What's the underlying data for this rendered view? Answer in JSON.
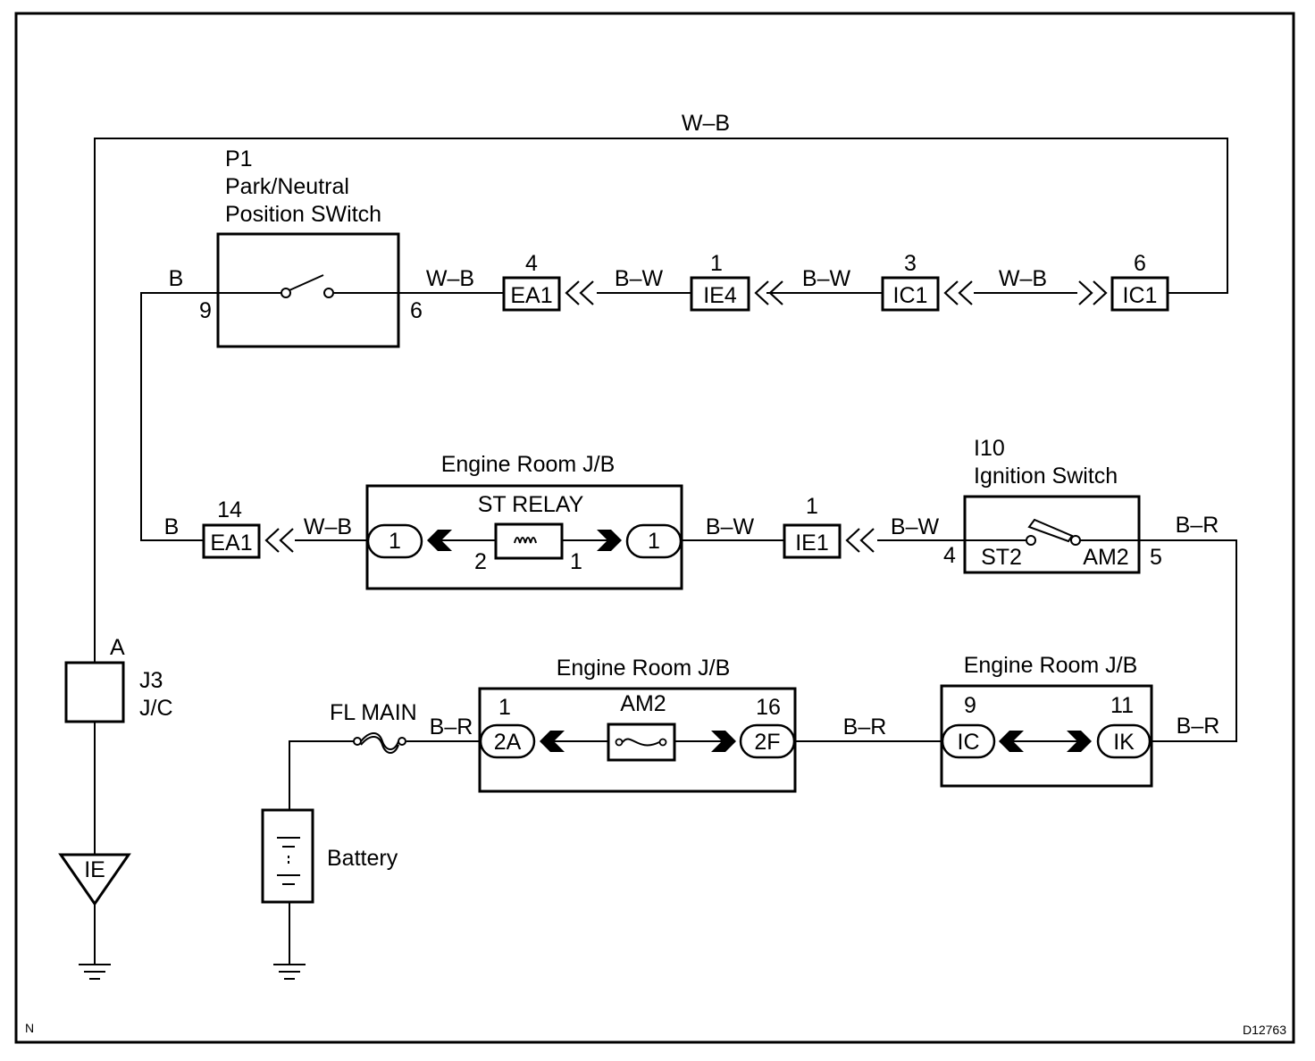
{
  "corner": {
    "left": "N",
    "right": "D12763"
  },
  "wires": {
    "top_loop": "W–B",
    "p1_left": "B",
    "p1_right": "W–B",
    "ea1_ie4": "B–W",
    "ie4_ic1": "B–W",
    "ic1_ic1": "W–B",
    "ea1b_left": "B",
    "ea1b_relay": "W–B",
    "relay_ie1": "B–W",
    "ie1_ign": "B–W",
    "ign_right": "B–R",
    "right_low": "B–R",
    "fuse_2a": "B–R",
    "jb2f_ic": "B–R"
  },
  "p1": {
    "code": "P1",
    "name1": "Park/Neutral",
    "name2": "Position SWitch",
    "pin_left": "9",
    "pin_right": "6"
  },
  "connectors": {
    "ea1_top": {
      "pin": "4",
      "label": "EA1"
    },
    "ie4": {
      "pin": "1",
      "label": "IE4"
    },
    "ic1_a": {
      "pin": "3",
      "label": "IC1"
    },
    "ic1_b": {
      "pin": "6",
      "label": "IC1"
    },
    "ea1_mid": {
      "pin": "14",
      "label": "EA1"
    },
    "ie1": {
      "pin": "1",
      "label": "IE1"
    }
  },
  "jb_relay": {
    "title": "Engine Room J/B",
    "relay": "ST RELAY",
    "left_term": "1",
    "right_term": "1",
    "pin2": "2",
    "pin1": "1"
  },
  "ignition": {
    "code": "I10",
    "name": "Ignition Switch",
    "pin_left": "4",
    "pin_right": "5",
    "st2": "ST2",
    "am2": "AM2"
  },
  "j3": {
    "pin": "A",
    "code": "J3",
    "name": "J/C"
  },
  "ground": {
    "label": "IE"
  },
  "fl_main": "FL MAIN",
  "battery": "Battery",
  "jb_am2": {
    "title": "Engine Room J/B",
    "fuse": "AM2",
    "pin_left": "1",
    "pin_right": "16",
    "term_left": "2A",
    "term_right": "2F"
  },
  "jb_ic_ik": {
    "title": "Engine Room J/B",
    "pin_left": "9",
    "pin_right": "11",
    "term_left": "IC",
    "term_right": "IK"
  }
}
